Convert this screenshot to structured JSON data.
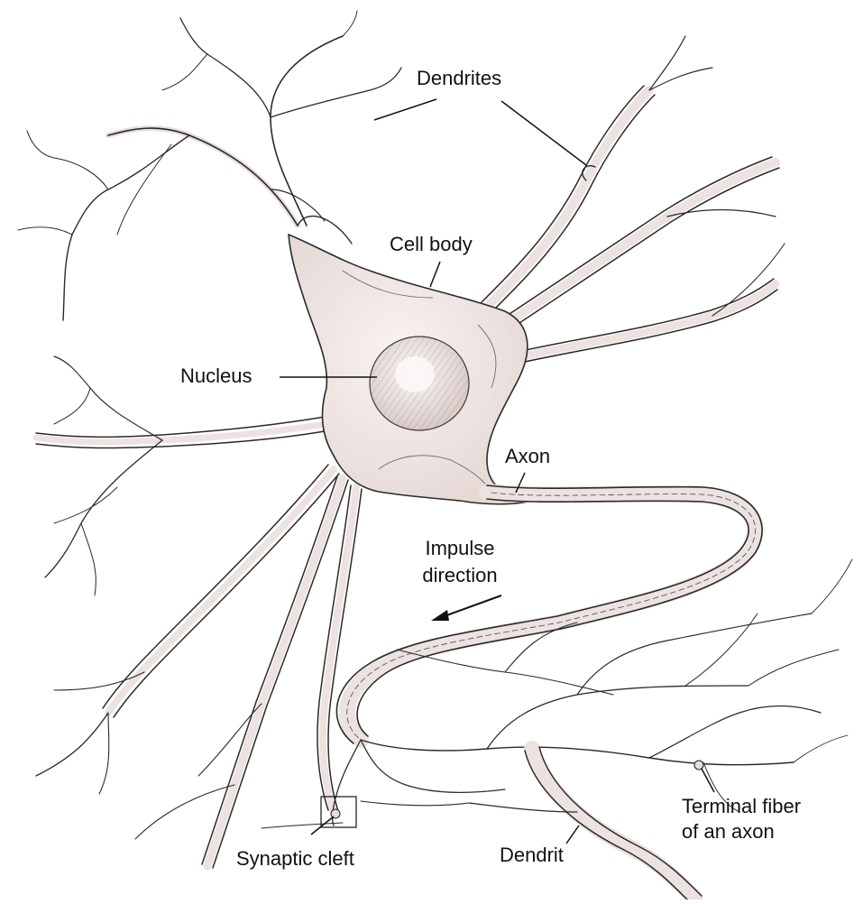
{
  "labels": {
    "dendrites": "Dendrites",
    "cell_body": "Cell body",
    "nucleus": "Nucleus",
    "axon": "Axon",
    "impulse_line1": "Impulse",
    "impulse_line2": "direction",
    "terminal_line1": "Terminal fiber",
    "terminal_line2": "of an axon",
    "synaptic_cleft": "Synaptic cleft",
    "dendrit": "Dendrit"
  },
  "colors": {
    "ink": "#2a2a2a",
    "cell_fill": "#efe6e4",
    "fiber_fill": "#f3eceb",
    "nucleus_fill": "#f7f2f1"
  }
}
